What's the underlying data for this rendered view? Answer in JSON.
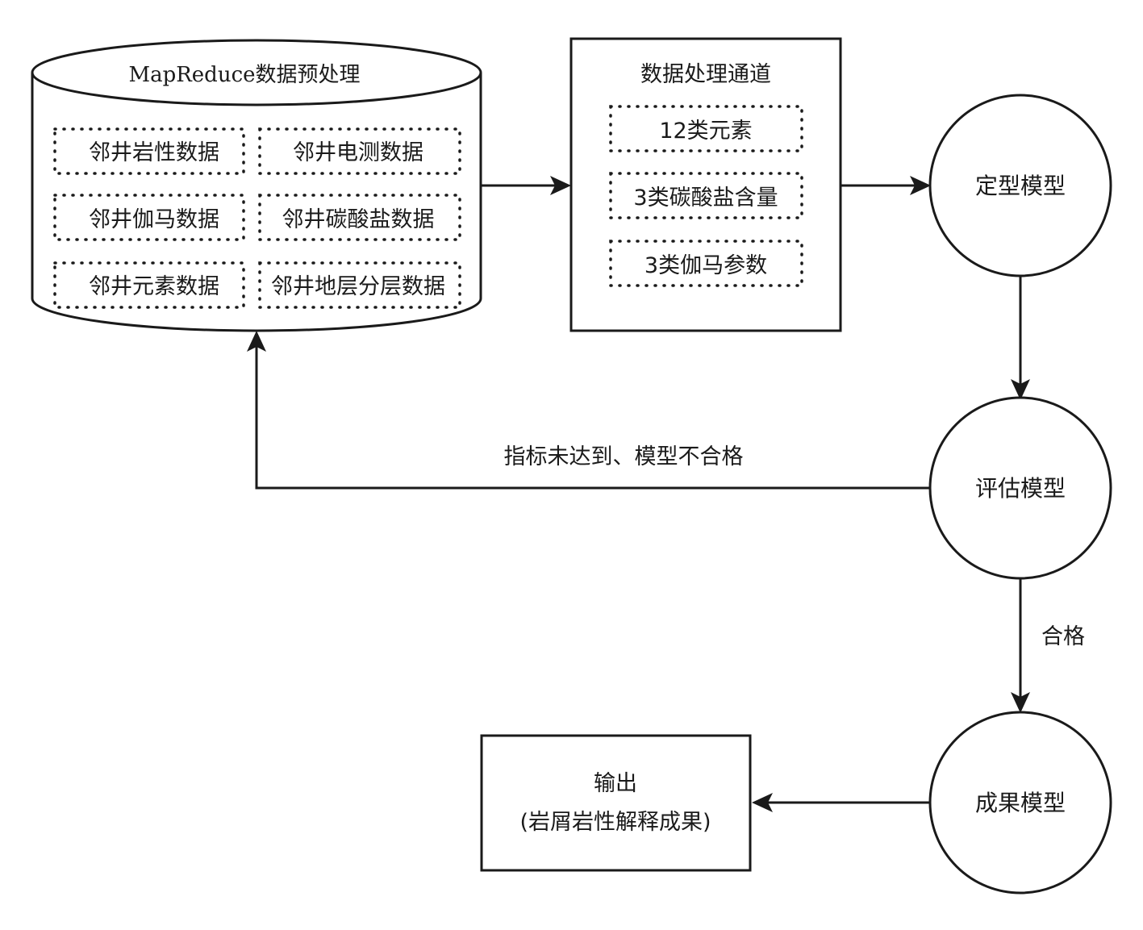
{
  "database": {
    "title": "MapReduce数据预处理",
    "items": [
      "邻井岩性数据",
      "邻井电测数据",
      "邻井伽马数据",
      "邻井碳酸盐数据",
      "邻井元素数据",
      "邻井地层分层数据"
    ]
  },
  "processing": {
    "title": "数据处理通道",
    "items": [
      "12类元素",
      "3类碳酸盐含量",
      "3类伽马参数"
    ]
  },
  "models": {
    "define": "定型模型",
    "evaluate": "评估模型",
    "result": "成果模型"
  },
  "output": {
    "line1": "输出",
    "line2": "(岩屑岩性解释成果)"
  },
  "labels": {
    "feedback": "指标未达到、模型不合格",
    "pass": "合格"
  }
}
